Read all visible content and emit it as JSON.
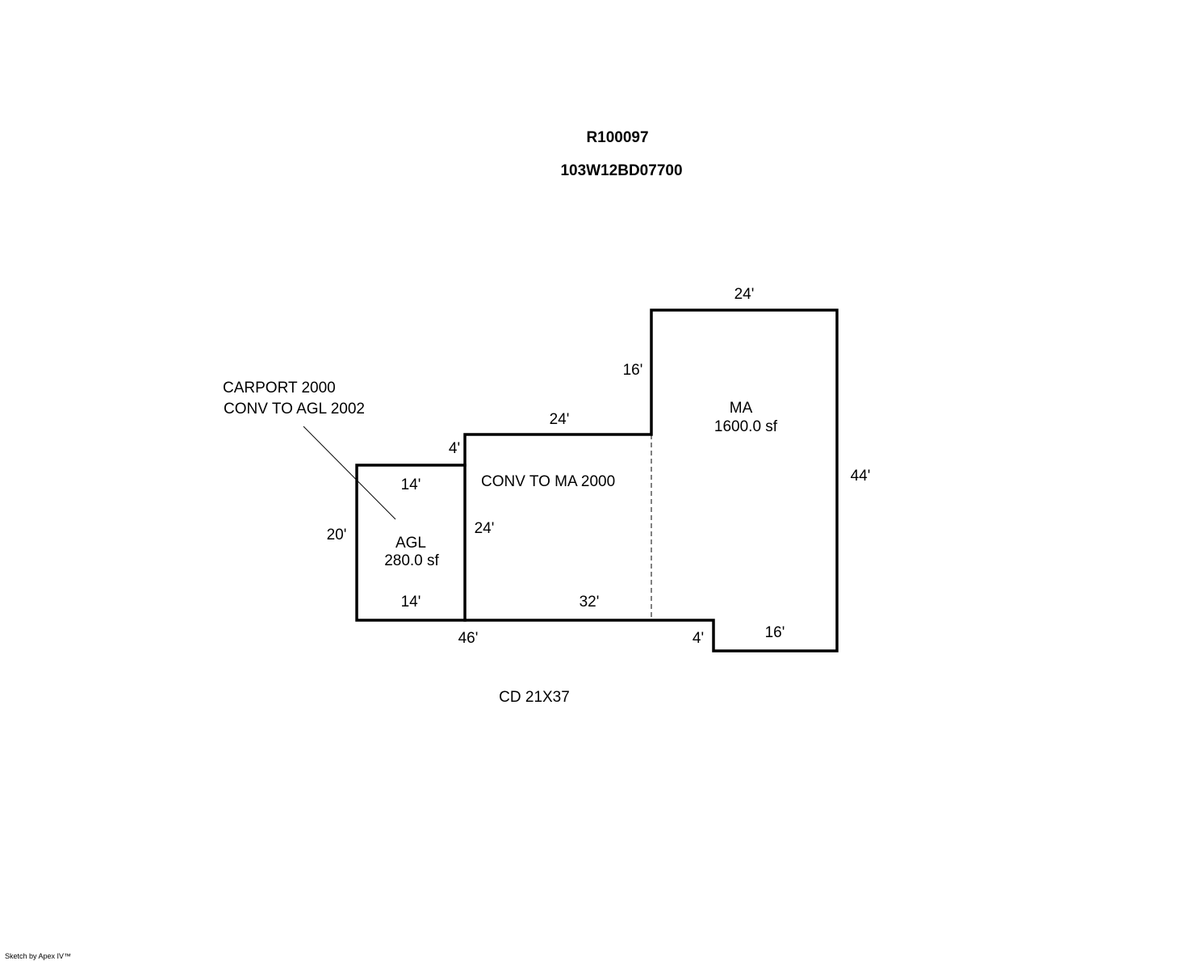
{
  "header": {
    "account_id": "R100097",
    "map_tax_lot": "103W12BD07700"
  },
  "areas": {
    "main": {
      "code": "MA",
      "area": "1600.0 sf"
    },
    "garage": {
      "code": "AGL",
      "area": "280.0 sf"
    },
    "converted_note": "CONV TO MA 2000"
  },
  "callout": {
    "line1": "CARPORT 2000",
    "line2": "CONV TO AGL 2002"
  },
  "dimensions": {
    "ma_top": "24'",
    "ma_left_upper": "16'",
    "ma_right": "44'",
    "ma_bottom": "16'",
    "ma_notch": "4'",
    "conv_top": "24'",
    "conv_step": "4'",
    "conv_left": "24'",
    "conv_bottom": "32'",
    "agl_top": "14'",
    "agl_left": "20'",
    "agl_bottom": "14'",
    "overall_bottom": "46'"
  },
  "deck_note": "CD 21X37",
  "footer": {
    "credit": "Sketch by Apex IV™"
  }
}
